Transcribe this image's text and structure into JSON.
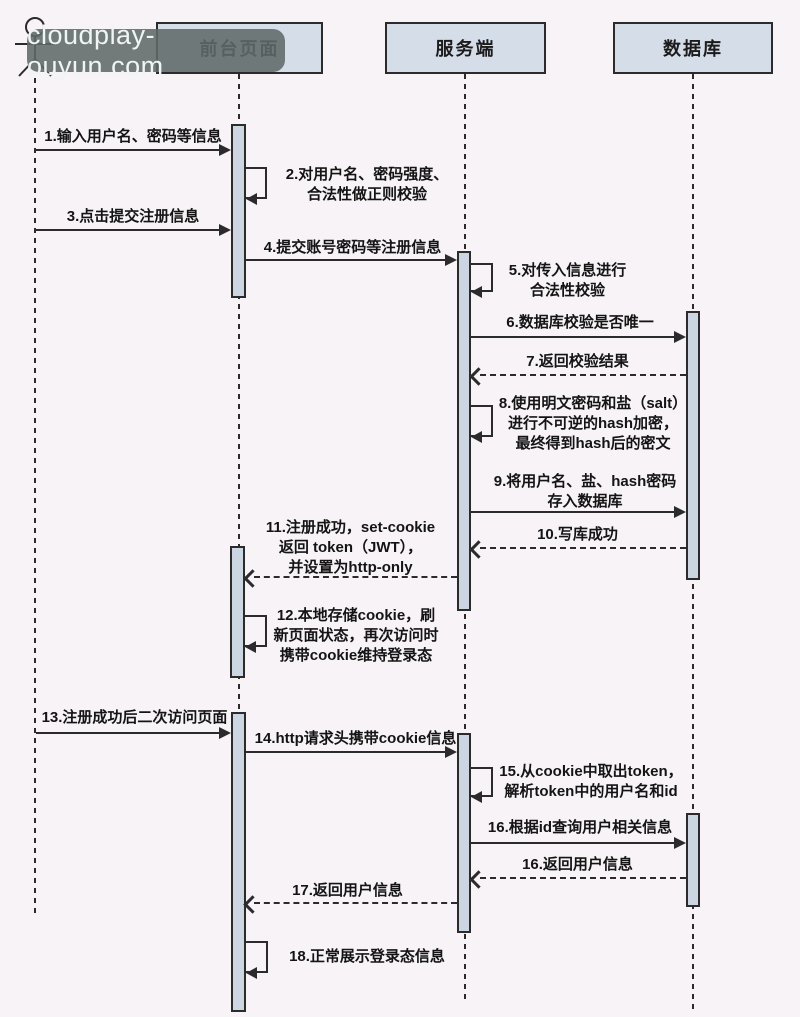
{
  "watermark": "cloudplay-ouyun.com",
  "participants": {
    "front": "前台页面",
    "server": "服务端",
    "db": "数据库"
  },
  "messages": {
    "m1": "1.输入用户名、密码等信息",
    "m2": "2.对用户名、密码强度、\n合法性做正则校验",
    "m3": "3.点击提交注册信息",
    "m4": "4.提交账号密码等注册信息",
    "m5": "5.对传入信息进行\n合法性校验",
    "m6": "6.数据库校验是否唯一",
    "m7": "7.返回校验结果",
    "m8": "8.使用明文密码和盐（salt）\n进行不可逆的hash加密，\n最终得到hash后的密文",
    "m9": "9.将用户名、盐、hash密码\n存入数据库",
    "m10": "10.写库成功",
    "m11": "11.注册成功，set-cookie\n返回 token（JWT），\n并设置为http-only",
    "m12": "12.本地存储cookie，刷\n新页面状态，再次访问时\n携带cookie维持登录态",
    "m13": "13.注册成功后二次访问页面",
    "m14": "14.http请求头携带cookie信息",
    "m15": "15.从cookie中取出token，\n解析token中的用户名和id",
    "m16": "16.根据id查询用户相关信息",
    "m16b": "16.返回用户信息",
    "m17": "17.返回用户信息",
    "m18": "18.正常展示登录态信息"
  },
  "colors": {
    "background": "#f7f3f6",
    "participant_fill": "#d5dde9",
    "activation_fill": "#ccd5e2",
    "line": "#2b2b2b",
    "watermark_bg": "#606a69",
    "watermark_text": "#f0f4f4"
  }
}
